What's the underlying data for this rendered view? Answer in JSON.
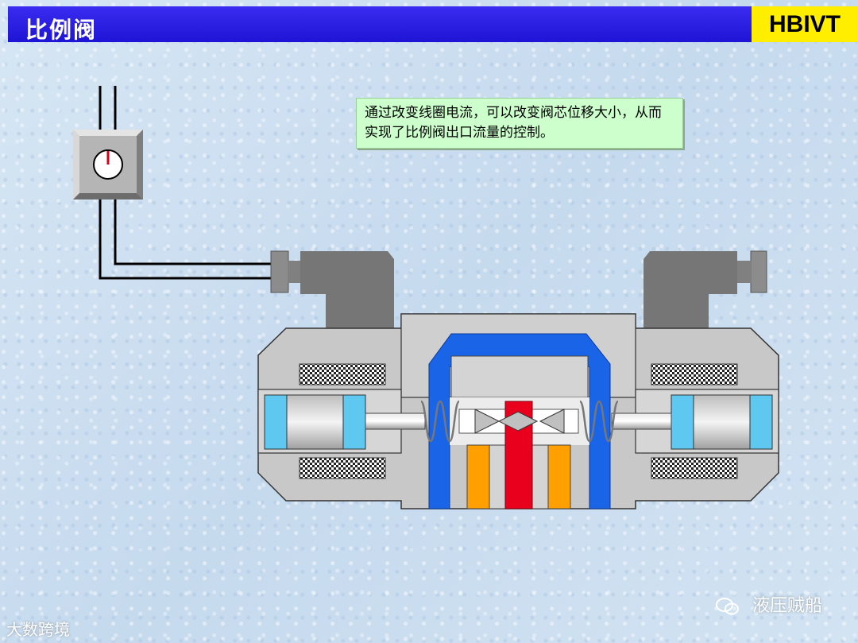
{
  "header": {
    "title": "比例阀",
    "brand": "HBIVT"
  },
  "callout": {
    "text": "通过改变线圈电流，可以改变阀芯位移大小，从而实现了比例阀出口流量的控制。"
  },
  "watermarks": {
    "left": "大数跨境",
    "right": "液压贼船"
  },
  "colors": {
    "title_bar": "#2418e0",
    "brand_bg": "#ffee00",
    "body_gray": "#c8c8c8",
    "flow_blue": "#1a64e8",
    "pressure_red": "#e8001c",
    "land_orange": "#ff9f00",
    "armature_cyan": "#5ec8f0",
    "callout_bg": "#ccffcc"
  }
}
